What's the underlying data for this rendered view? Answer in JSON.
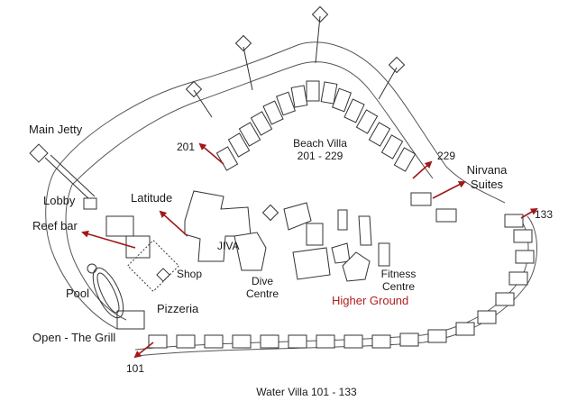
{
  "labels": {
    "main_jetty": "Main Jetty",
    "lobby": "Lobby",
    "reef_bar": "Reef bar",
    "latitude": "Latitude",
    "pool": "Pool",
    "shop": "Shop",
    "pizzeria": "Pizzeria",
    "open_grill": "Open - The Grill",
    "jiva": "JIVA",
    "dive_line1": "Dive",
    "dive_line2": "Centre",
    "fitness_line1": "Fitness",
    "fitness_line2": "Centre",
    "higher_ground": "Higher Ground",
    "beach_villa_line1": "Beach Villa",
    "beach_villa_line2": "201 - 229",
    "nirvana_line1": "Nirvana",
    "nirvana_line2": "Suites",
    "num_201": "201",
    "num_229": "229",
    "num_133": "133",
    "num_101": "101",
    "water_villa": "Water Villa 101 - 133"
  },
  "colors": {
    "accent_red": "#b02020",
    "line": "#333333",
    "background": "#ffffff"
  }
}
